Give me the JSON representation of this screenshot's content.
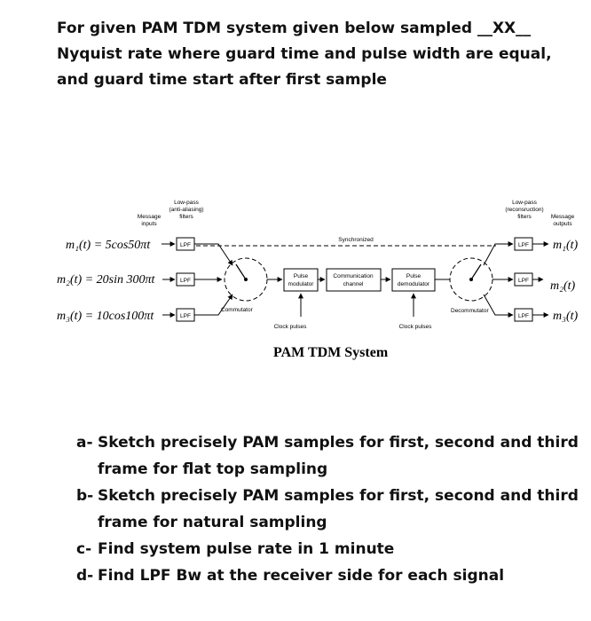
{
  "question": {
    "text": "For given PAM  TDM system given below sampled __XX__ Nyquist rate where guard time and pulse width are equal, and guard time start after first sample"
  },
  "diagram": {
    "tx_header": {
      "message_inputs": [
        "Message",
        "inputs"
      ],
      "lowpass": [
        "Low-pass",
        "(anti-aliasing)",
        "filters"
      ]
    },
    "rx_header": {
      "lowpass": [
        "Low-pass",
        "(reconsruction)",
        "filters"
      ],
      "message_outputs": [
        "Message",
        "outputs"
      ]
    },
    "inputs": [
      "m₁(t) = 5cos50πt",
      "m₂(t) = 20sin 300πt",
      "m₃(t) = 10cos100πt"
    ],
    "outputs": [
      "m₁(t)",
      "m₂(t)",
      "m₃(t)"
    ],
    "lpf_label": "LPF",
    "synchronized": "Synchronized",
    "commutator": "Commutator",
    "decommutator": "Decommutator",
    "pulse_modulator": [
      "Pulse",
      "modulator"
    ],
    "communication_channel": [
      "Communication",
      "channel"
    ],
    "pulse_demodulator": [
      "Pulse",
      "demodulator"
    ],
    "clock_pulses_tx": "Clock pulses",
    "clock_pulses_rx": "Clock pulses",
    "caption": "PAM TDM System"
  },
  "parts": [
    {
      "letter": "a-",
      "lines": [
        "Sketch precisely  PAM samples for first, second and third",
        "frame for flat top sampling"
      ]
    },
    {
      "letter": "b-",
      "lines": [
        "Sketch precisely  PAM samples for first, second and third",
        "frame for natural sampling"
      ]
    },
    {
      "letter": "c-",
      "lines": [
        "Find system pulse rate in 1 minute"
      ]
    },
    {
      "letter": "d-",
      "lines": [
        "Find LPF Bw at the receiver side for each signal"
      ]
    }
  ]
}
